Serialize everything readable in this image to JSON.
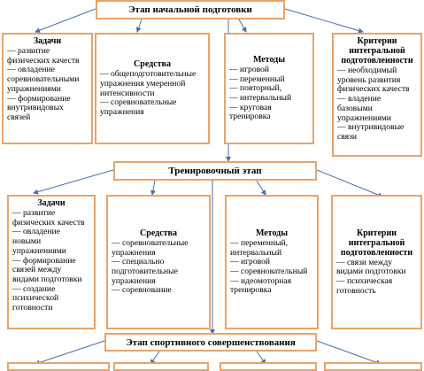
{
  "stages": [
    {
      "title": "Этап начальной подготовки"
    },
    {
      "title": "Тренировочный этап"
    },
    {
      "title": "Этап спортивного совершенствования"
    }
  ],
  "row1": [
    {
      "title": "Задачи",
      "lines": [
        "— развитие",
        "физических качеств",
        "— овладение",
        "соревновательными",
        "упражнениями",
        "— формирование",
        "внутривидовых",
        "связей"
      ]
    },
    {
      "title": "Средства",
      "lines": [
        "— общеподготовительные",
        "упражнения умеренной",
        "интенсивности",
        "— соревновательные",
        "упражнения"
      ]
    },
    {
      "title": "Методы",
      "lines": [
        "— игровой",
        "— переменный",
        "— повторный,",
        "— интервальный",
        "— круговая",
        "тренировка"
      ]
    },
    {
      "title_lines": [
        "Критерии",
        "интегральной",
        "подготовленности"
      ],
      "lines": [
        "— необходимый",
        "уровень развития",
        "физических качеств",
        "— владение",
        "базовыми",
        "упражнениями",
        "— внутривидовые",
        "связи"
      ]
    }
  ],
  "row2": [
    {
      "title": "Задачи",
      "lines": [
        "— развитие",
        "физических качеств",
        "— овладение",
        "новыми",
        "упражнениями",
        "— формирование",
        "связей между",
        "видами подготовки",
        "— создание",
        "психической",
        "готовности"
      ]
    },
    {
      "title": "Средства",
      "lines": [
        "— соревновательные",
        "упражнения",
        "— специально",
        "подготовительные",
        "упражнения",
        "— соревнование"
      ]
    },
    {
      "title": "Методы",
      "lines": [
        "— переменный,",
        "интервальный",
        "— игровой",
        "— соревновательный",
        "— идеомоторная",
        "тренировка"
      ]
    },
    {
      "title_lines": [
        "Критерии",
        "интегральной",
        "подготовленности"
      ],
      "lines": [
        "— связи между",
        "видами подготовки",
        "— психическая",
        "готовность"
      ]
    }
  ]
}
